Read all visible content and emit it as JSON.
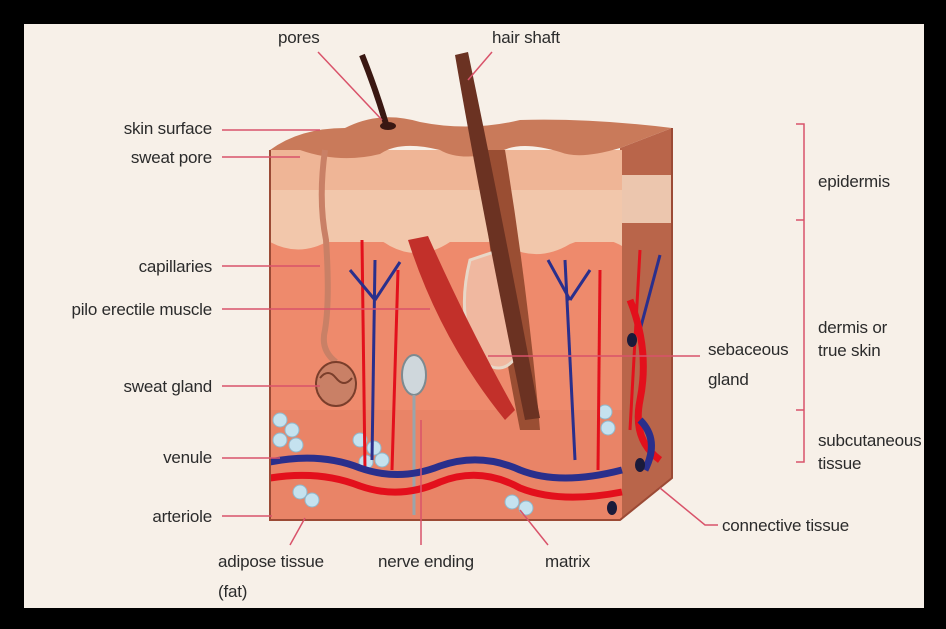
{
  "labels": {
    "pores": "pores",
    "hair_shaft": "hair shaft",
    "skin_surface": "skin surface",
    "sweat_pore": "sweat pore",
    "capillaries": "capillaries",
    "pilo_erectile_muscle": "pilo erectile muscle",
    "sweat_gland": "sweat gland",
    "venule": "venule",
    "arteriole": "arteriole",
    "adipose_tissue": "adipose tissue",
    "adipose_fat": "(fat)",
    "nerve_ending": "nerve ending",
    "matrix": "matrix",
    "connective_tissue": "connective tissue",
    "sebaceous": "sebaceous",
    "gland": "gland",
    "epidermis": "epidermis",
    "dermis_or": "dermis or",
    "true_skin": "true skin",
    "subcutaneous": "subcutaneous",
    "tissue": "tissue"
  },
  "colors": {
    "frame": "#000000",
    "background": "#f7f0e8",
    "leader_line": "#d9536a",
    "label_text": "#2b2b2b",
    "skin_top": "#c97a5a",
    "epidermis": "#f0c4a8",
    "dermis": "#ee8a6c",
    "fat": "#b8dcea",
    "artery": "#e3101c",
    "vein": "#2a2f8c",
    "hair": "#6b3222"
  }
}
